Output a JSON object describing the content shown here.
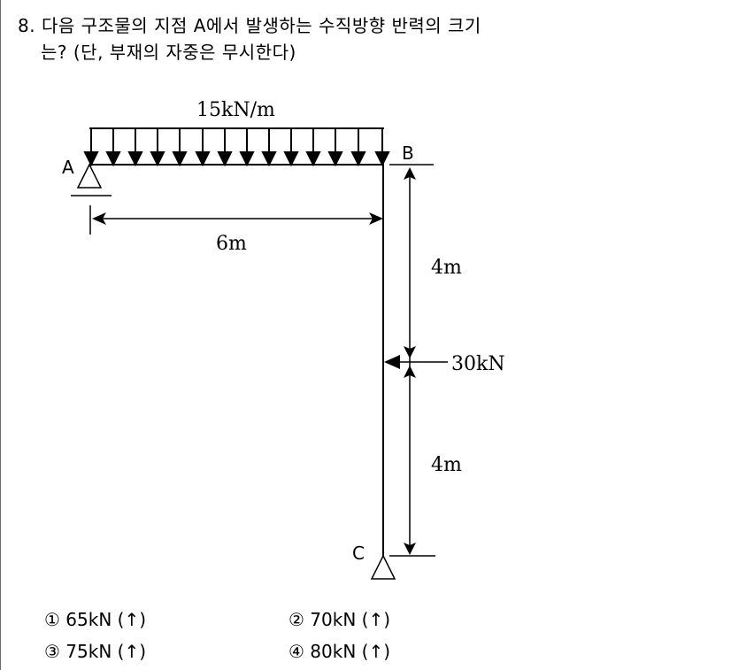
{
  "question": {
    "number": "8.",
    "text_line1": "다음 구조물의 지점 A에서 발생하는 수직방향 반력의 크기",
    "text_line2": "는? (단, 부재의 자중은 무시한다)"
  },
  "diagram": {
    "distributed_load_label": "15kN/m",
    "point_a_label": "A",
    "point_b_label": "B",
    "point_c_label": "C",
    "span_label": "6m",
    "upper_height_label": "4m",
    "lower_height_label": "4m",
    "point_load_label": "30kN"
  },
  "choices": [
    {
      "marker": "①",
      "text": "65kN (↑)"
    },
    {
      "marker": "②",
      "text": "70kN (↑)"
    },
    {
      "marker": "③",
      "text": "75kN (↑)"
    },
    {
      "marker": "④",
      "text": "80kN (↑)"
    }
  ]
}
